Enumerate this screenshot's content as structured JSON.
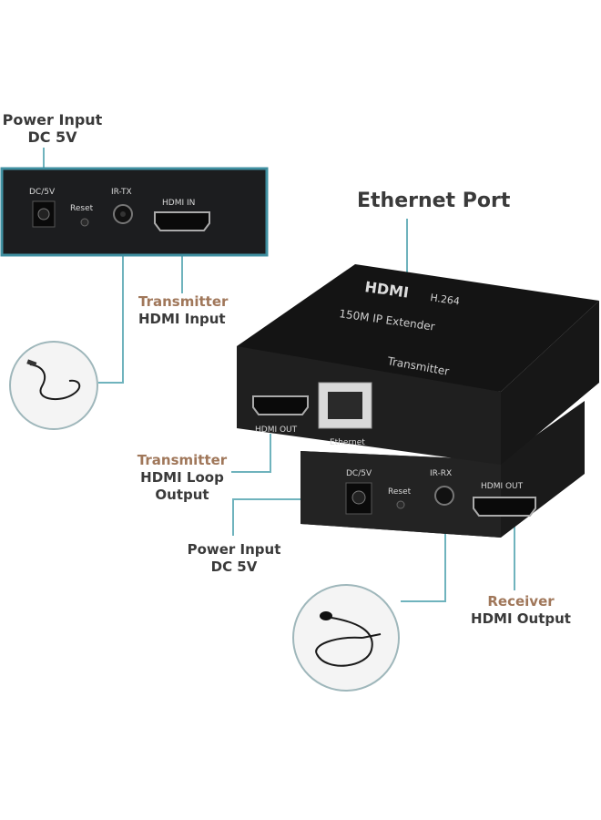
{
  "labels": {
    "power_input_top_line1": "Power Input",
    "power_input_top_line2": "DC 5V",
    "ethernet_port": "Ethernet Port",
    "tx_hdmi_input_line1": "Transmitter",
    "tx_hdmi_input_line2": "HDMI Input",
    "tx_loop_line1": "Transmitter",
    "tx_loop_line2": "HDMI Loop",
    "tx_loop_line3": "Output",
    "power_input_bottom_line1": "Power Input",
    "power_input_bottom_line2": "DC 5V",
    "rx_output_line1": "Receiver",
    "rx_output_line2": "HDMI Output"
  },
  "inset_panel": {
    "dc": "DC/5V",
    "reset": "Reset",
    "ir": "IR-TX",
    "hdmi": "HDMI IN"
  },
  "transmitter": {
    "brand": "HDMI",
    "codec": "H.264",
    "model": "150M IP Extender",
    "name": "Transmitter",
    "hdmi_out": "HDMI OUT",
    "ethernet": "Ethernet"
  },
  "receiver": {
    "dc": "DC/5V",
    "reset": "Reset",
    "ir": "IR-RX",
    "hdmi_out": "HDMI OUT"
  },
  "colors": {
    "accent_line": "#6fb3bd",
    "label_dark": "#3a3a3a",
    "label_brown": "#a0775a",
    "device_body": "#1e1e1e"
  }
}
